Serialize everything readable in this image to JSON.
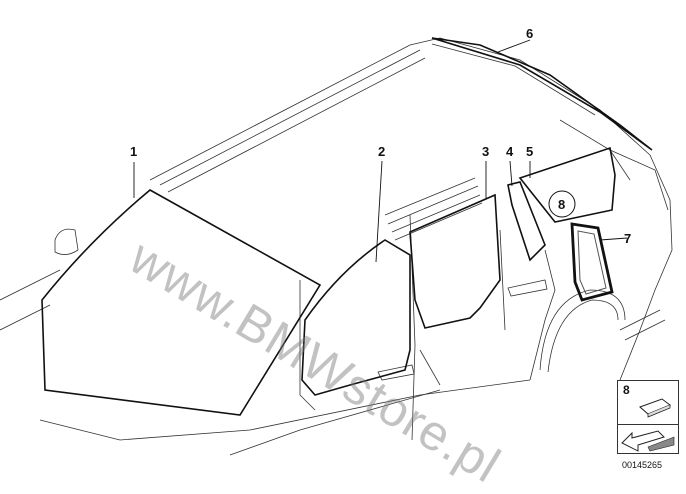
{
  "callouts": {
    "c1": "1",
    "c2": "2",
    "c3": "3",
    "c4": "4",
    "c5": "5",
    "c6": "6",
    "c7": "7",
    "c8": "8"
  },
  "watermark": "www.BMWstore.pl",
  "legend": {
    "number": "8"
  },
  "image_code": "00145265",
  "colors": {
    "line": "#222222",
    "watermark": "#8a8a8a"
  }
}
